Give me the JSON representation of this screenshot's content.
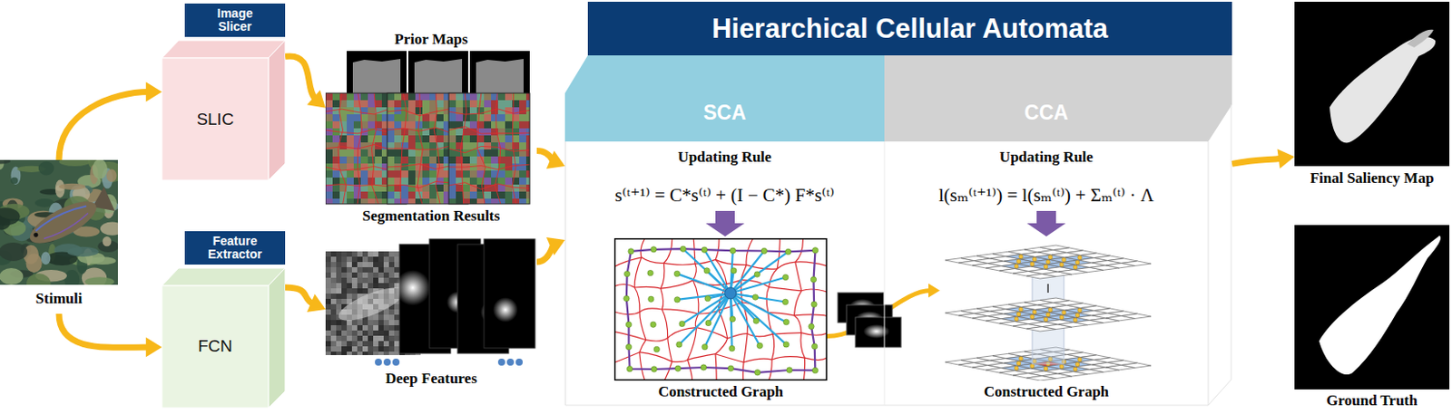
{
  "diagram": {
    "nodes": [
      {
        "text": [
          "Stimuli"
        ]
      },
      {
        "text": [
          "Image Slicer",
          "SLIC"
        ]
      },
      {
        "text": [
          "Feature Extractor",
          "FCN"
        ]
      },
      {
        "text": [
          "Prior Maps",
          "Segmentation Results"
        ]
      },
      {
        "text": [
          "Deep Features"
        ]
      },
      {
        "text": [
          "Hierarchical Cellular Automata"
        ]
      },
      {
        "text": [
          "SCA",
          "Updating Rule",
          "s⁽ᵗ⁺¹⁾ = C*s⁽ᵗ⁾ + (I − C*) F*s⁽ᵗ⁾"
        ],
        "in": 5
      },
      {
        "text": [
          "Constructed Graph"
        ],
        "in": 6
      },
      {
        "text": [
          "CCA",
          "Updating Rule",
          "l(sₘ⁽ᵗ⁺¹⁾) = l(sₘ⁽ᵗ⁾) + Σₘ⁽ᵗ⁾ · Λ"
        ],
        "in": 5
      },
      {
        "text": [
          "Constructed Graph"
        ],
        "in": 8
      },
      {
        "text": [
          "Final Saliency Map"
        ]
      },
      {
        "text": [
          "Ground Truth"
        ]
      }
    ],
    "edges": [
      {
        "from": 0,
        "to": 1,
        "arrow": "to"
      },
      {
        "from": 0,
        "to": 2,
        "arrow": "to"
      },
      {
        "from": 1,
        "to": 3,
        "arrow": "to"
      },
      {
        "from": 2,
        "to": 4,
        "arrow": "to"
      },
      {
        "from": 3,
        "to": 6,
        "arrow": "to"
      },
      {
        "from": 4,
        "to": 6,
        "arrow": "to"
      },
      {
        "from": 7,
        "to": 9,
        "arrow": "to"
      },
      {
        "from": 5,
        "to": 10,
        "arrow": "to"
      }
    ]
  }
}
